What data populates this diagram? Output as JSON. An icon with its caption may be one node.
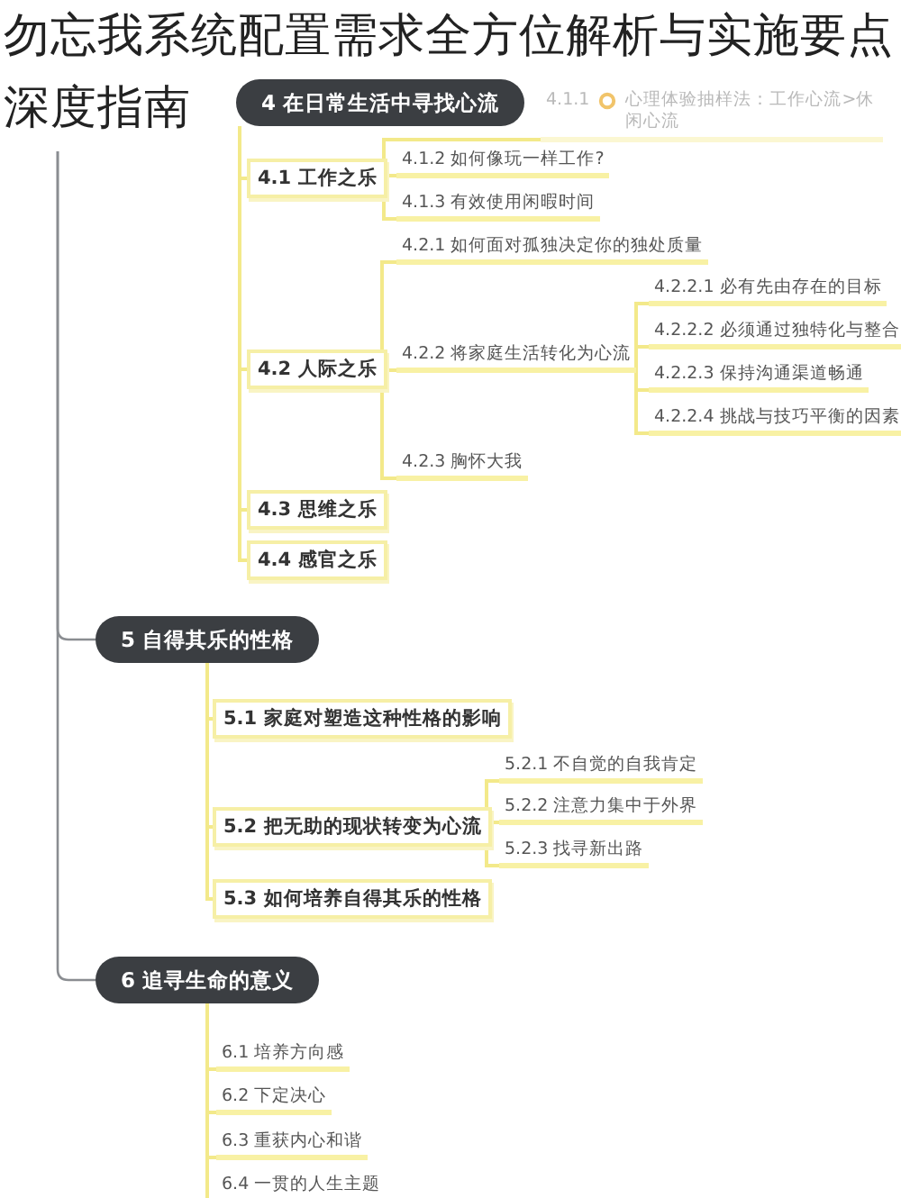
{
  "diagram": {
    "title": "勿忘我系统配置需求全方位解析与实施要点深度指南",
    "nodes": [
      {
        "text": [
          "4 在日常生活中寻找心流"
        ]
      },
      {
        "text": [
          "4.1 工作之乐"
        ]
      },
      {
        "text": [
          "4.1.1",
          "心理体验抽样法：工作心流>休闲心流"
        ]
      },
      {
        "text": [
          "4.1.2 如何像玩一样工作?"
        ]
      },
      {
        "text": [
          "4.1.3 有效使用闲暇时间"
        ]
      },
      {
        "text": [
          "4.2 人际之乐"
        ]
      },
      {
        "text": [
          "4.2.1 如何面对孤独决定你的独处质量"
        ]
      },
      {
        "text": [
          "4.2.2 将家庭生活转化为心流"
        ]
      },
      {
        "text": [
          "4.2.2.1 必有先由存在的目标"
        ]
      },
      {
        "text": [
          "4.2.2.2 必须通过独特化与整合"
        ]
      },
      {
        "text": [
          "4.2.2.3 保持沟通渠道畅通"
        ]
      },
      {
        "text": [
          "4.2.2.4 挑战与技巧平衡的因素"
        ]
      },
      {
        "text": [
          "4.2.3 胸怀大我"
        ]
      },
      {
        "text": [
          "4.3 思维之乐"
        ]
      },
      {
        "text": [
          "4.4 感官之乐"
        ]
      },
      {
        "text": [
          "5 自得其乐的性格"
        ]
      },
      {
        "text": [
          "5.1 家庭对塑造这种性格的影响"
        ]
      },
      {
        "text": [
          "5.2 把无助的现状转变为心流"
        ]
      },
      {
        "text": [
          "5.2.1 不自觉的自我肯定"
        ]
      },
      {
        "text": [
          "5.2.2 注意力集中于外界"
        ]
      },
      {
        "text": [
          "5.2.3 找寻新出路"
        ]
      },
      {
        "text": [
          "5.3 如何培养自得其乐的性格"
        ]
      },
      {
        "text": [
          "6 追寻生命的意义"
        ]
      },
      {
        "text": [
          "6.1 培养方向感"
        ]
      },
      {
        "text": [
          "6.2 下定决心"
        ]
      },
      {
        "text": [
          "6.3 重获内心和谐"
        ]
      },
      {
        "text": [
          "6.4 一贯的人生主题"
        ]
      }
    ],
    "edges": [
      {
        "from": 0,
        "to": 1,
        "arrow": "none"
      },
      {
        "from": 0,
        "to": 5,
        "arrow": "none"
      },
      {
        "from": 0,
        "to": 13,
        "arrow": "none"
      },
      {
        "from": 0,
        "to": 14,
        "arrow": "none"
      },
      {
        "from": 1,
        "to": 2,
        "arrow": "none"
      },
      {
        "from": 1,
        "to": 3,
        "arrow": "none"
      },
      {
        "from": 1,
        "to": 4,
        "arrow": "none"
      },
      {
        "from": 5,
        "to": 6,
        "arrow": "none"
      },
      {
        "from": 5,
        "to": 7,
        "arrow": "none"
      },
      {
        "from": 5,
        "to": 12,
        "arrow": "none"
      },
      {
        "from": 7,
        "to": 8,
        "arrow": "none"
      },
      {
        "from": 7,
        "to": 9,
        "arrow": "none"
      },
      {
        "from": 7,
        "to": 10,
        "arrow": "none"
      },
      {
        "from": 7,
        "to": 11,
        "arrow": "none"
      },
      {
        "from": null,
        "to": 15,
        "arrow": "none",
        "color": "#8a8d91"
      },
      {
        "from": 15,
        "to": 16,
        "arrow": "none"
      },
      {
        "from": 15,
        "to": 17,
        "arrow": "none"
      },
      {
        "from": 15,
        "to": 21,
        "arrow": "none"
      },
      {
        "from": 17,
        "to": 18,
        "arrow": "none"
      },
      {
        "from": 17,
        "to": 19,
        "arrow": "none"
      },
      {
        "from": 17,
        "to": 20,
        "arrow": "none"
      },
      {
        "from": null,
        "to": 22,
        "arrow": "none",
        "color": "#8a8d91"
      },
      {
        "from": 22,
        "to": 23,
        "arrow": "none"
      },
      {
        "from": 22,
        "to": 24,
        "arrow": "none"
      },
      {
        "from": 22,
        "to": 25,
        "arrow": "none"
      },
      {
        "from": 22,
        "to": 26,
        "arrow": "none"
      }
    ]
  }
}
